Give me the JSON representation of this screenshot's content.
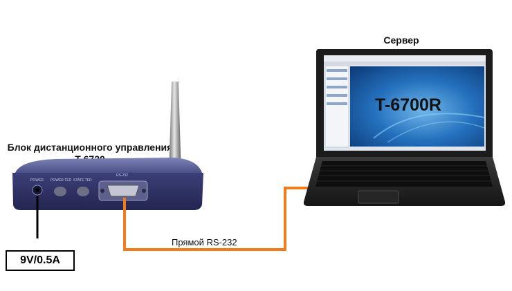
{
  "labels": {
    "server": "Сервер",
    "remote_unit_line1": "Блок дистанционного управления",
    "remote_unit_line2": "T-6720",
    "cable": "Прямой RS-232",
    "power_supply": "9V/0.5A"
  },
  "device": {
    "panel_power": "POWER",
    "panel_power_ted": "POWER TED",
    "panel_state_ted": "STATE TED",
    "panel_port": "RS-232"
  },
  "laptop": {
    "screen_title": "T-6700R"
  },
  "colors": {
    "cable": "#f07d1a",
    "device_body": "#4a4f86",
    "device_front": "#2e3166",
    "laptop_body": "#2b2b2b",
    "screen_blue": "#1d5fa8"
  }
}
